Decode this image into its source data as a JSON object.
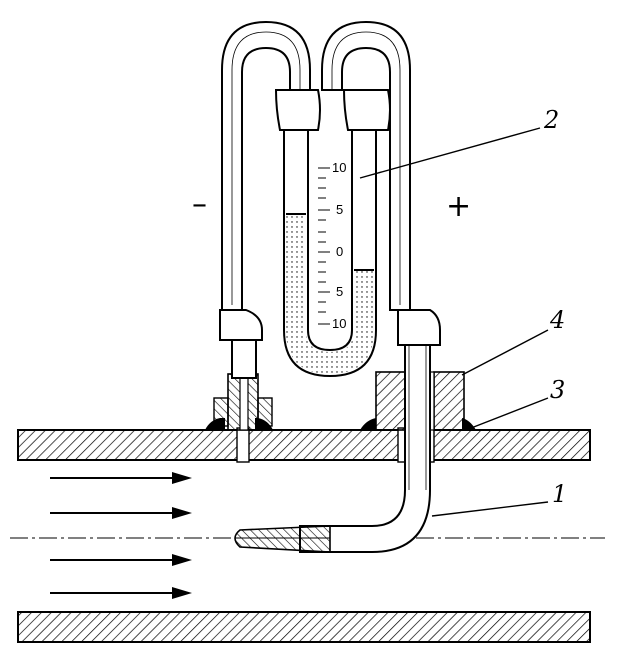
{
  "labels": {
    "tube": "1",
    "manometer": "2",
    "pipe_wall": "3",
    "fitting": "4"
  },
  "signs": {
    "minus": "–",
    "plus": "+"
  },
  "scale": [
    "10",
    "5",
    "0",
    "5",
    "10"
  ],
  "flow_arrow_count": 4
}
